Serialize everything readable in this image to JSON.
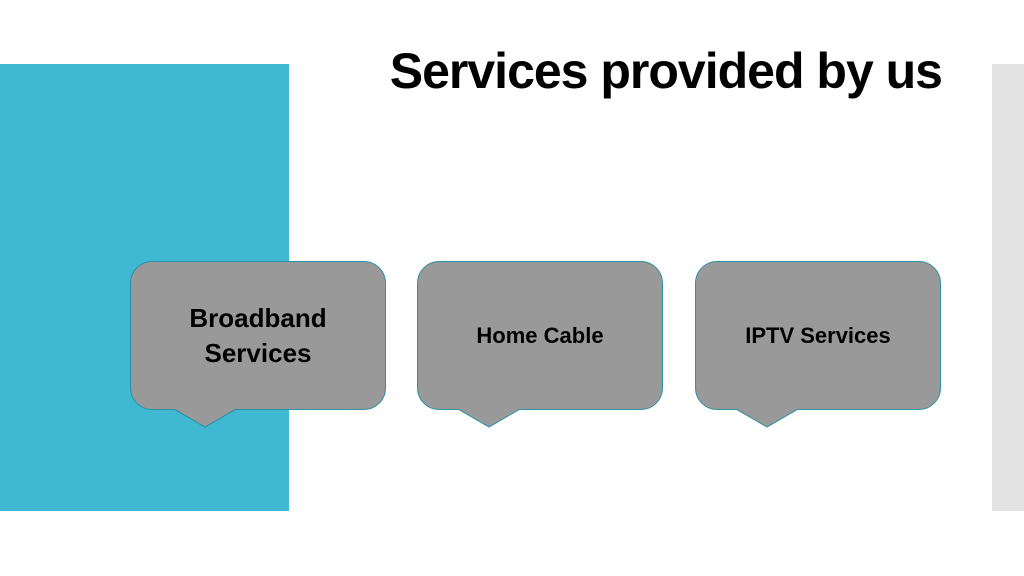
{
  "slide": {
    "title": "Services provided by us",
    "colors": {
      "accent": "#3fb8d2",
      "side_strip": "#e3e3e3",
      "callout_fill": "#999999",
      "callout_border": "#2f8fa3"
    },
    "callouts": [
      {
        "label": "Broadband Services"
      },
      {
        "label": "Home Cable"
      },
      {
        "label": "IPTV Services"
      }
    ]
  }
}
